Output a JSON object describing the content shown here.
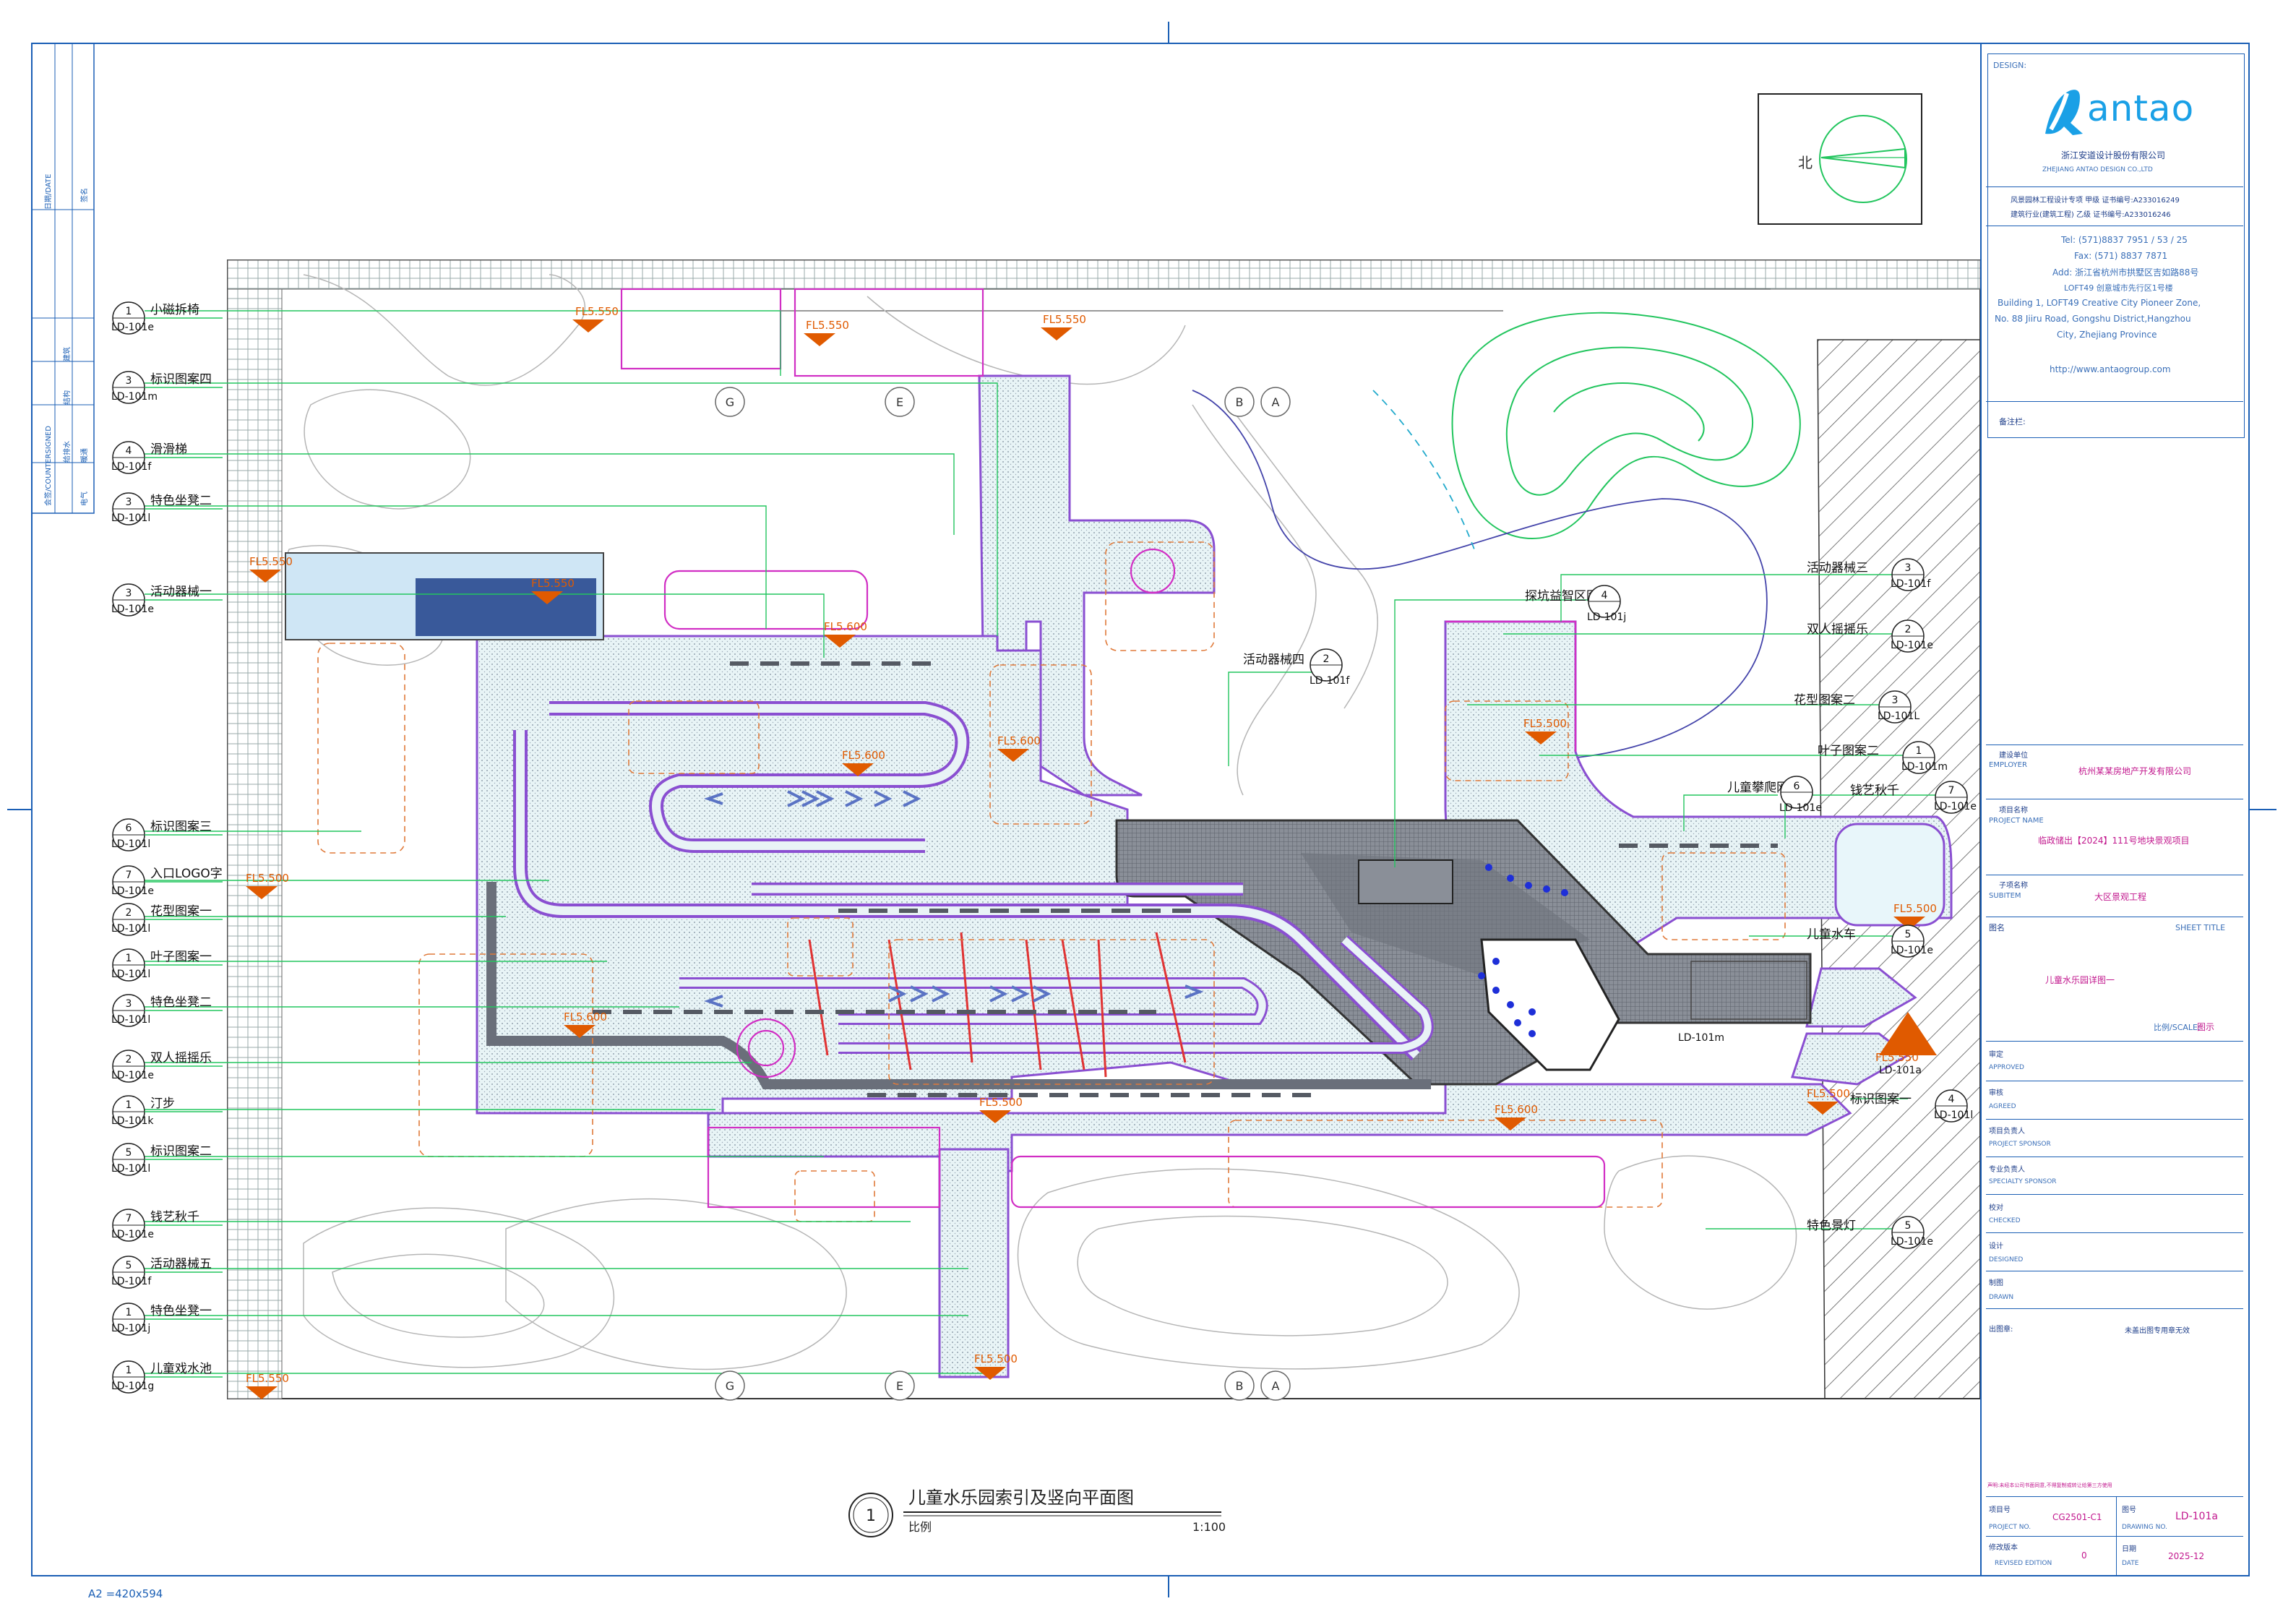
{
  "drawing": {
    "title": "儿童水乐园索引及竖向平面图",
    "index_number": "1",
    "scale_label": "比例",
    "scale_value": "1:100",
    "paper_size": "A2 =420x594"
  },
  "left_strip": {
    "date_label": "日期/DATE",
    "signature_label": "会签/COUNTERSIGNED",
    "col_labels": [
      "建筑",
      "结构",
      "给排水",
      "电气",
      "暖通",
      "签名"
    ]
  },
  "callouts_left": [
    {
      "name": "小磁拆椅",
      "num": "1",
      "ref": "LD-101e"
    },
    {
      "name": "标识图案四",
      "num": "3",
      "ref": "LD-101m"
    },
    {
      "name": "滑滑梯",
      "num": "4",
      "ref": "LD-101f"
    },
    {
      "name": "特色坐凳二",
      "num": "3",
      "ref": "LD-101l"
    },
    {
      "name": "活动器械一",
      "num": "3",
      "ref": "LD-101e"
    },
    {
      "name": "标识图案三",
      "num": "6",
      "ref": "LD-101l"
    },
    {
      "name": "入口LOGO字",
      "num": "7",
      "ref": "LD-101e"
    },
    {
      "name": "花型图案一",
      "num": "2",
      "ref": "LD-101l"
    },
    {
      "name": "叶子图案一",
      "num": "1",
      "ref": "LD-101l"
    },
    {
      "name": "特色坐凳二",
      "num": "3",
      "ref": "LD-101l"
    },
    {
      "name": "双人摇摇乐",
      "num": "2",
      "ref": "LD-101e"
    },
    {
      "name": "汀步",
      "num": "1",
      "ref": "LD-101k"
    },
    {
      "name": "标识图案二",
      "num": "5",
      "ref": "LD-101l"
    },
    {
      "name": "钱艺秋千",
      "num": "7",
      "ref": "LD-101e"
    },
    {
      "name": "活动器械五",
      "num": "5",
      "ref": "LD-101f"
    },
    {
      "name": "特色坐凳一",
      "num": "1",
      "ref": "LD-101j"
    },
    {
      "name": "儿童戏水池",
      "num": "1",
      "ref": "LD-101g"
    }
  ],
  "callouts_right": [
    {
      "name": "活动器械三",
      "num": "3",
      "ref": "LD-101f"
    },
    {
      "name": "双人摇摇乐",
      "num": "2",
      "ref": "LD-101e"
    },
    {
      "name": "花型图案二",
      "num": "3",
      "ref": "LD-101L"
    },
    {
      "name": "叶子图案二",
      "num": "1",
      "ref": "LD-101m"
    },
    {
      "name": "钱艺秋千",
      "num": "7",
      "ref": "LD-101e"
    },
    {
      "name": "儿童水车",
      "num": "5",
      "ref": "LD-101e"
    },
    {
      "name": "标识图案一",
      "num": "4",
      "ref": "LD-101l"
    },
    {
      "name": "特色景灯",
      "num": "5",
      "ref": "LD-101e"
    }
  ],
  "callouts_inner": [
    {
      "name": "探坑益智区图",
      "num": "4",
      "ref": "LD-101j"
    },
    {
      "name": "活动器械四",
      "num": "2",
      "ref": "LD-101f"
    },
    {
      "name": "儿童攀爬网",
      "num": "6",
      "ref": "LD-101e"
    },
    {
      "name": "LD-101m",
      "num": "",
      "ref": ""
    },
    {
      "name": "LD-101a",
      "num": "",
      "ref": ""
    }
  ],
  "elevations": [
    "FL5.550",
    "FL5.550",
    "FL5.550",
    "FL5.550",
    "FL5.550",
    "FL5.600",
    "FL5.600",
    "FL5.500",
    "FL5.500",
    "FL5.600",
    "FL5.500",
    "FL5.600",
    "FL5.500",
    "FL5.500",
    "FL5.550",
    "FL5.500",
    "FL5.600",
    "FL5.550"
  ],
  "axis_labels": [
    "G",
    "E",
    "B",
    "A"
  ],
  "north_label": "北",
  "title_block": {
    "design_label": "DESIGN:",
    "brand": "antao",
    "company_cn": "浙江安道设计股份有限公司",
    "company_en": "ZHEJIANG ANTAO DESIGN CO.,LTD",
    "cert_1": "风景园林工程设计专项 甲级 证书编号:A233016249",
    "cert_2": "建筑行业(建筑工程) 乙级 证书编号:A233016246",
    "tel": "Tel: (571)8837 7951 / 53 / 25",
    "fax": "Fax: (571) 8837 7871",
    "addr_cn": "Add: 浙江省杭州市拱墅区吉如路88号",
    "addr_cn2": "LOFT49 创意城市先行区1号楼",
    "addr_en_1": "Building 1, LOFT49 Creative City Pioneer Zone,",
    "addr_en_2": "No. 88 Jiiru Road, Gongshu District,Hangzhou",
    "addr_en_3": "City, Zhejiang Province",
    "url": "http://www.antaogroup.com",
    "remarks_label": "备注栏:",
    "employer_label_cn": "建设单位",
    "employer_label_en": "EMPLOYER",
    "employer_value": "杭州某某房地产开发有限公司",
    "project_label_cn": "项目名称",
    "project_label_en": "PROJECT NAME",
    "project_value": "临政储出【2024】111号地块景观项目",
    "subitem_label_cn": "子项名称",
    "subitem_label_en": "SUBITEM",
    "subitem_value": "大区景观工程",
    "sheet_title_label_cn": "图名",
    "sheet_title_label_en": "SHEET TITLE",
    "sheet_title_value": "儿童水乐园详图一",
    "scale_label": "比例/SCALE:",
    "scale_value": "图示",
    "approved_cn": "审定",
    "approved_en": "APPROVED",
    "agreed_cn": "审核",
    "agreed_en": "AGREED",
    "sponsor_cn": "项目负责人",
    "sponsor_en": "PROJECT SPONSOR",
    "specialty_cn": "专业负责人",
    "specialty_en": "SPECIALTY SPONSOR",
    "checked_cn": "校对",
    "checked_en": "CHECKED",
    "designed_cn": "设计",
    "designed_en": "DESIGNED",
    "drawn_cn": "制图",
    "drawn_en": "DRAWN",
    "stamp_label": "出图章:",
    "stamp_value": "未盖出图专用章无效",
    "note": "声明:未经本公司书面同意,不得复制或转让给第三方使用",
    "project_no_label_cn": "项目号",
    "project_no_label_en": "PROJECT NO.",
    "project_no_value": "CG2501-C1",
    "drawing_no_label_cn": "图号",
    "drawing_no_label_en": "DRAWING NO.",
    "drawing_no_value": "LD-101a",
    "revised_label_cn": "修改版本",
    "revised_label_en": "REVISED EDITION",
    "revised_value": "0",
    "date_label_cn": "日期",
    "date_label_en": "DATE",
    "date_value": "2025-12"
  },
  "colors": {
    "frame": "#1b5fb5",
    "leader": "#22c55e",
    "path_outline": "#8a4fd1",
    "path_fill": "#dceff2",
    "elev_marker": "#e05a00",
    "magenta": "#d12ec4",
    "pool_dark": "#555a63"
  }
}
